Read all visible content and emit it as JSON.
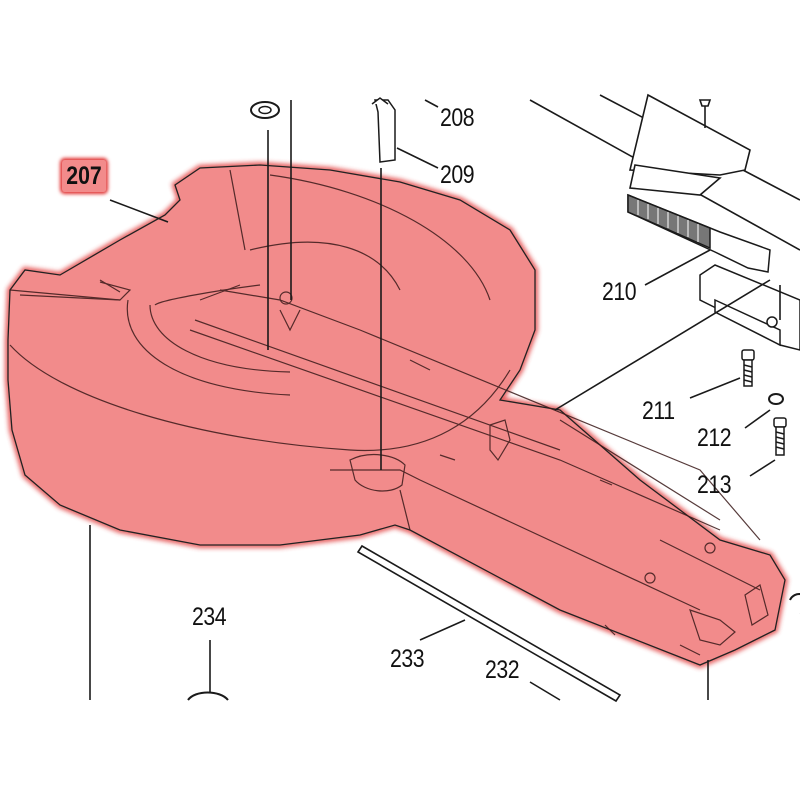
{
  "diagram": {
    "highlight_color": "#f28b8b",
    "highlight_glow": "#e03030",
    "line_color": "#1a1a1a",
    "highlighted_part": "207",
    "callouts": [
      {
        "id": "c207",
        "label": "207"
      },
      {
        "id": "c208",
        "label": "208"
      },
      {
        "id": "c209",
        "label": "209"
      },
      {
        "id": "c210",
        "label": "210"
      },
      {
        "id": "c211",
        "label": "211"
      },
      {
        "id": "c212",
        "label": "212"
      },
      {
        "id": "c213",
        "label": "213"
      },
      {
        "id": "c232",
        "label": "232"
      },
      {
        "id": "c233",
        "label": "233"
      },
      {
        "id": "c234",
        "label": "234"
      }
    ]
  }
}
